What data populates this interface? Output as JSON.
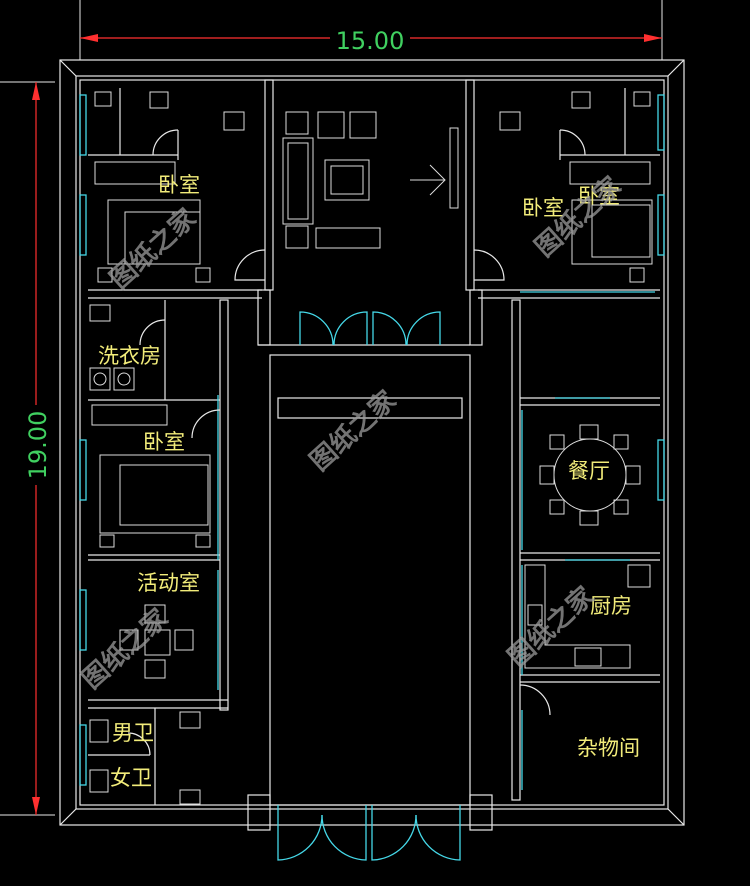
{
  "dimensions": {
    "width_label": "15.00",
    "height_label": "19.00",
    "dim_line_color": "#ff3030",
    "dim_text_color": "#40d060"
  },
  "rooms": {
    "bedroom_nw": "卧室",
    "bedroom_ne_1": "卧室",
    "bedroom_ne_2": "卧室",
    "laundry": "洗衣房",
    "bedroom_w": "卧室",
    "activity_room": "活动室",
    "dining": "餐厅",
    "kitchen": "厨房",
    "storage": "杂物间",
    "mens_wc": "男卫",
    "womens_wc": "女卫"
  },
  "watermark": "图纸之家",
  "colors": {
    "background": "#000000",
    "wall": "#e8e8e8",
    "door_window": "#45d8e8",
    "label": "#f2ec7a"
  }
}
